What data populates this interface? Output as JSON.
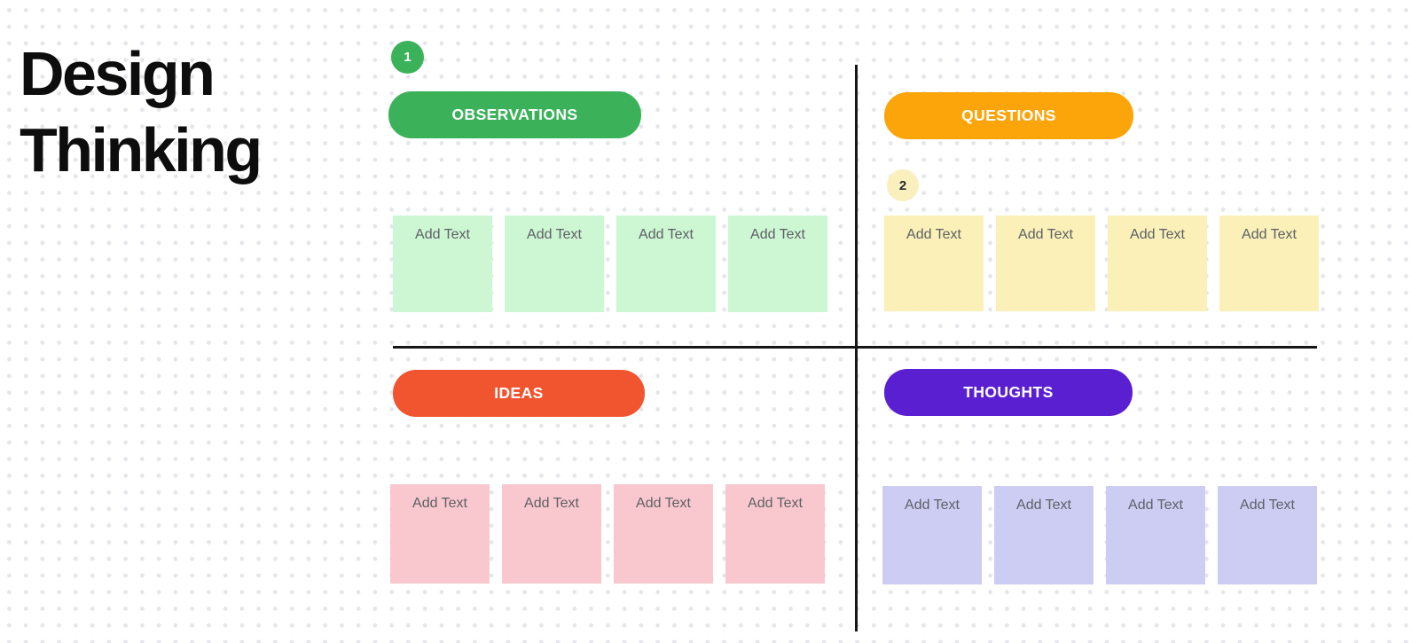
{
  "canvas": {
    "title_lines": [
      "Design",
      "Thinking"
    ],
    "background_dot_color": "#E5E5EB",
    "divider_color": "#161616",
    "note_placeholder_color": "#5E6066"
  },
  "badges": [
    {
      "label": "1",
      "bg": "#3BB15A",
      "text_color": "#FFFFFF"
    },
    {
      "label": "2",
      "bg": "#FAF0BE",
      "text_color": "#26272B"
    }
  ],
  "quadrants": [
    {
      "id": "observations",
      "label": "OBSERVATIONS",
      "pill_color": "#3BB15A",
      "note_color": "#CDF6D3",
      "notes": [
        {
          "text": "Add Text"
        },
        {
          "text": "Add Text"
        },
        {
          "text": "Add Text"
        },
        {
          "text": "Add Text"
        }
      ]
    },
    {
      "id": "questions",
      "label": "QUESTIONS",
      "pill_color": "#FCA50B",
      "note_color": "#FAF0B8",
      "notes": [
        {
          "text": "Add Text"
        },
        {
          "text": "Add Text"
        },
        {
          "text": "Add Text"
        },
        {
          "text": "Add Text"
        }
      ]
    },
    {
      "id": "ideas",
      "label": "IDEAS",
      "pill_color": "#F1552F",
      "note_color": "#F9C8CE",
      "notes": [
        {
          "text": "Add Text"
        },
        {
          "text": "Add Text"
        },
        {
          "text": "Add Text"
        },
        {
          "text": "Add Text"
        }
      ]
    },
    {
      "id": "thoughts",
      "label": "THOUGHTS",
      "pill_color": "#5A1FD0",
      "note_color": "#CDCDF4",
      "notes": [
        {
          "text": "Add Text"
        },
        {
          "text": "Add Text"
        },
        {
          "text": "Add Text"
        },
        {
          "text": "Add Text"
        }
      ]
    }
  ]
}
